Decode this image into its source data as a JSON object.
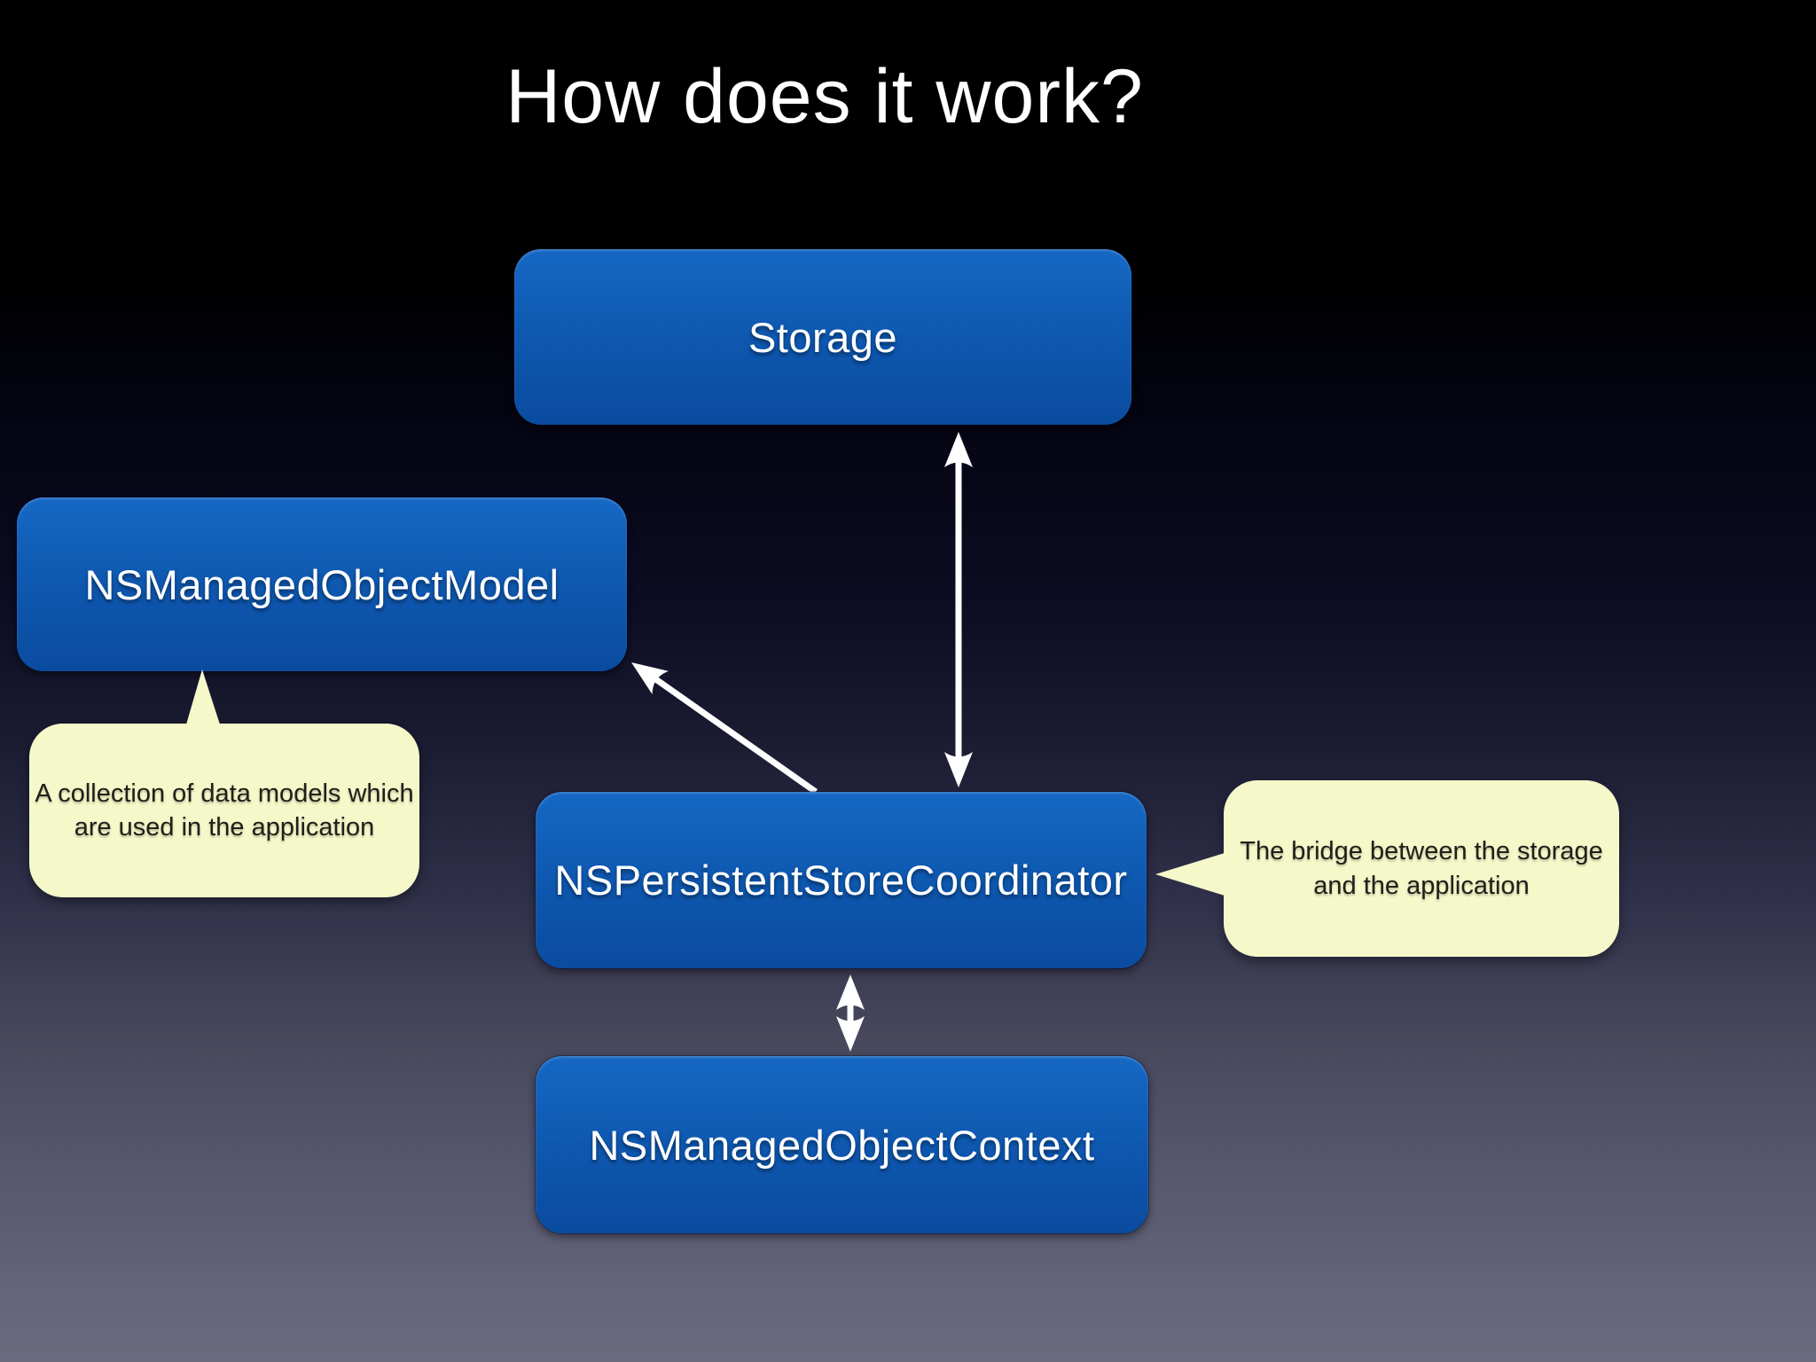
{
  "slide": {
    "title": "How does it work?",
    "boxes": {
      "storage": {
        "label": "Storage"
      },
      "model": {
        "label": "NSManagedObjectModel"
      },
      "coordinator": {
        "label": "NSPersistentStoreCoordinator"
      },
      "context": {
        "label": "NSManagedObjectContext"
      }
    },
    "callouts": {
      "model_note": {
        "text": "A collection of data models which are used in the application",
        "lines": [
          "A collection of data models which",
          "are used in the application"
        ]
      },
      "coordinator_note": {
        "text": "The bridge between the storage and the application",
        "lines": [
          "The bridge between the storage",
          "and the application"
        ]
      }
    },
    "connections": [
      {
        "name": "storage-coordinator",
        "from": "Storage",
        "to": "NSPersistentStoreCoordinator",
        "style": "double-headed"
      },
      {
        "name": "coordinator-model",
        "from": "NSPersistentStoreCoordinator",
        "to": "NSManagedObjectModel",
        "style": "single-headed"
      },
      {
        "name": "coordinator-context",
        "from": "NSPersistentStoreCoordinator",
        "to": "NSManagedObjectContext",
        "style": "double-headed"
      }
    ],
    "colors": {
      "box_top": "#1668c4",
      "box_bottom": "#0a4b9f",
      "box_label": "#ffffff",
      "callout_bg": "#f5f8c9",
      "callout_text": "#20201a",
      "title_color": "#ffffff",
      "arrow_color": "#ffffff",
      "bg_top": "#000000",
      "bg_bottom": "#6b6b80"
    }
  }
}
